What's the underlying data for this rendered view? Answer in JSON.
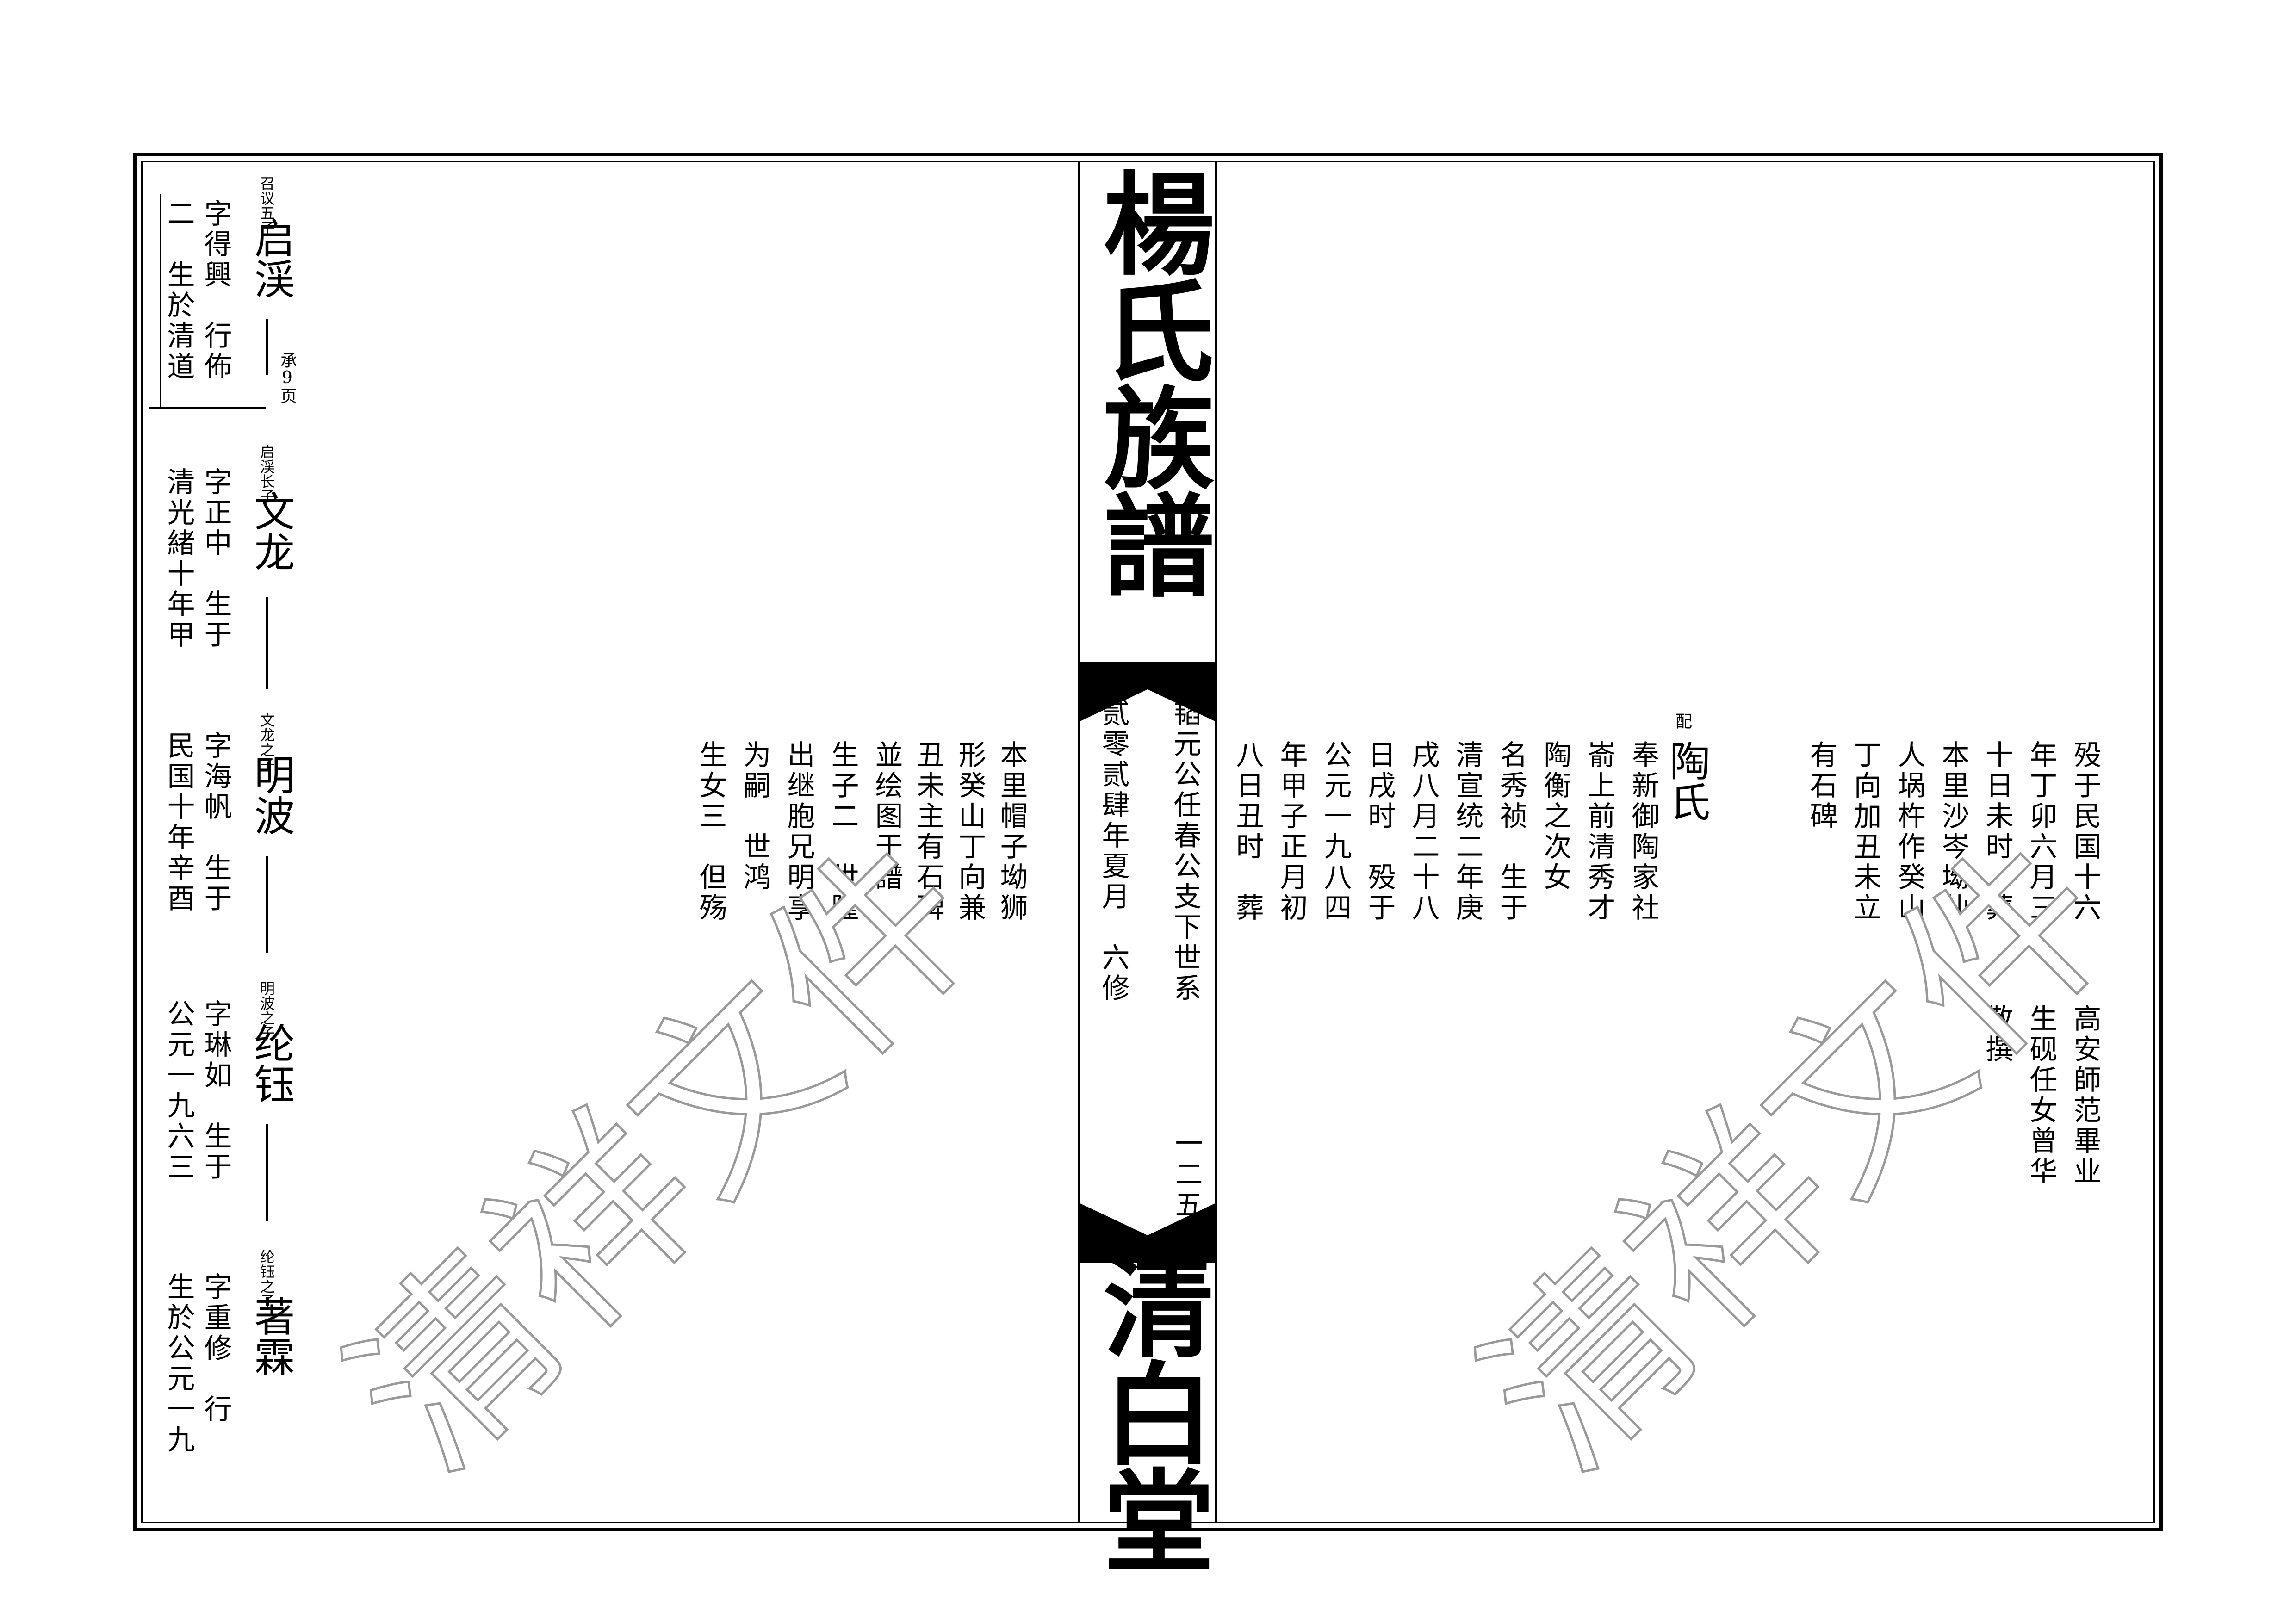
{
  "spine": {
    "title": "楊氏族譜",
    "hall": "清白堂",
    "subtitle": "韬元公任春公支下世系",
    "revision": "贰零贰肆年夏月　六修",
    "page_number": "一二五"
  },
  "watermark": "清祥文件",
  "left_page": {
    "entries": [
      {
        "name": "启渓",
        "relation_small": "召议五子",
        "detail_col1": "字得興　行佈",
        "detail_col2": "二　生於清道",
        "note": "承9页"
      },
      {
        "name": "文龙",
        "relation_small": "启渓长子",
        "detail_col1": "字正中　生于",
        "detail_col2": "清光緒十年甲"
      },
      {
        "name": "明波",
        "relation_small": "文龙之子",
        "detail_col1": "字海帆　生于",
        "detail_col2": "民国十年辛酉"
      },
      {
        "name": "纶钰",
        "relation_small": "明波之子",
        "detail_col1": "字琳如　生于",
        "detail_col2": "公元一九六三"
      },
      {
        "name": "著霖",
        "relation_small": "纶钰之子",
        "detail_col1": "字重修　行",
        "detail_col2": "生於公元一九"
      }
    ],
    "text_columns": [
      "本里帽子坳狮",
      "形癸山丁向兼",
      "丑未主有石碑",
      "並绘图于譜",
      "生子二　世隆",
      "出继胞兄明享",
      "为嗣　世鸿",
      "生女三　但殇"
    ]
  },
  "right_page": {
    "spouse_label": "配",
    "spouse_name": "陶氏",
    "text_columns": [
      "殁于民国十六",
      "年丁卯六月三",
      "十日未时　葬",
      "本里沙岑坳仙",
      "人埚杵作癸山",
      "丁向加丑未立",
      "有石碑",
      "奉新御陶家社",
      "嵛上前清秀才",
      "陶衡之次女",
      "名秀祯　生于",
      "清宣统二年庚",
      "戌八月二十八",
      "日戌时　殁于",
      "公元一九八四",
      "年甲子正月初",
      "八日丑时　葬"
    ],
    "author_columns": [
      "高安師范畢业",
      "生砚任女曾华",
      "敬撰"
    ]
  }
}
